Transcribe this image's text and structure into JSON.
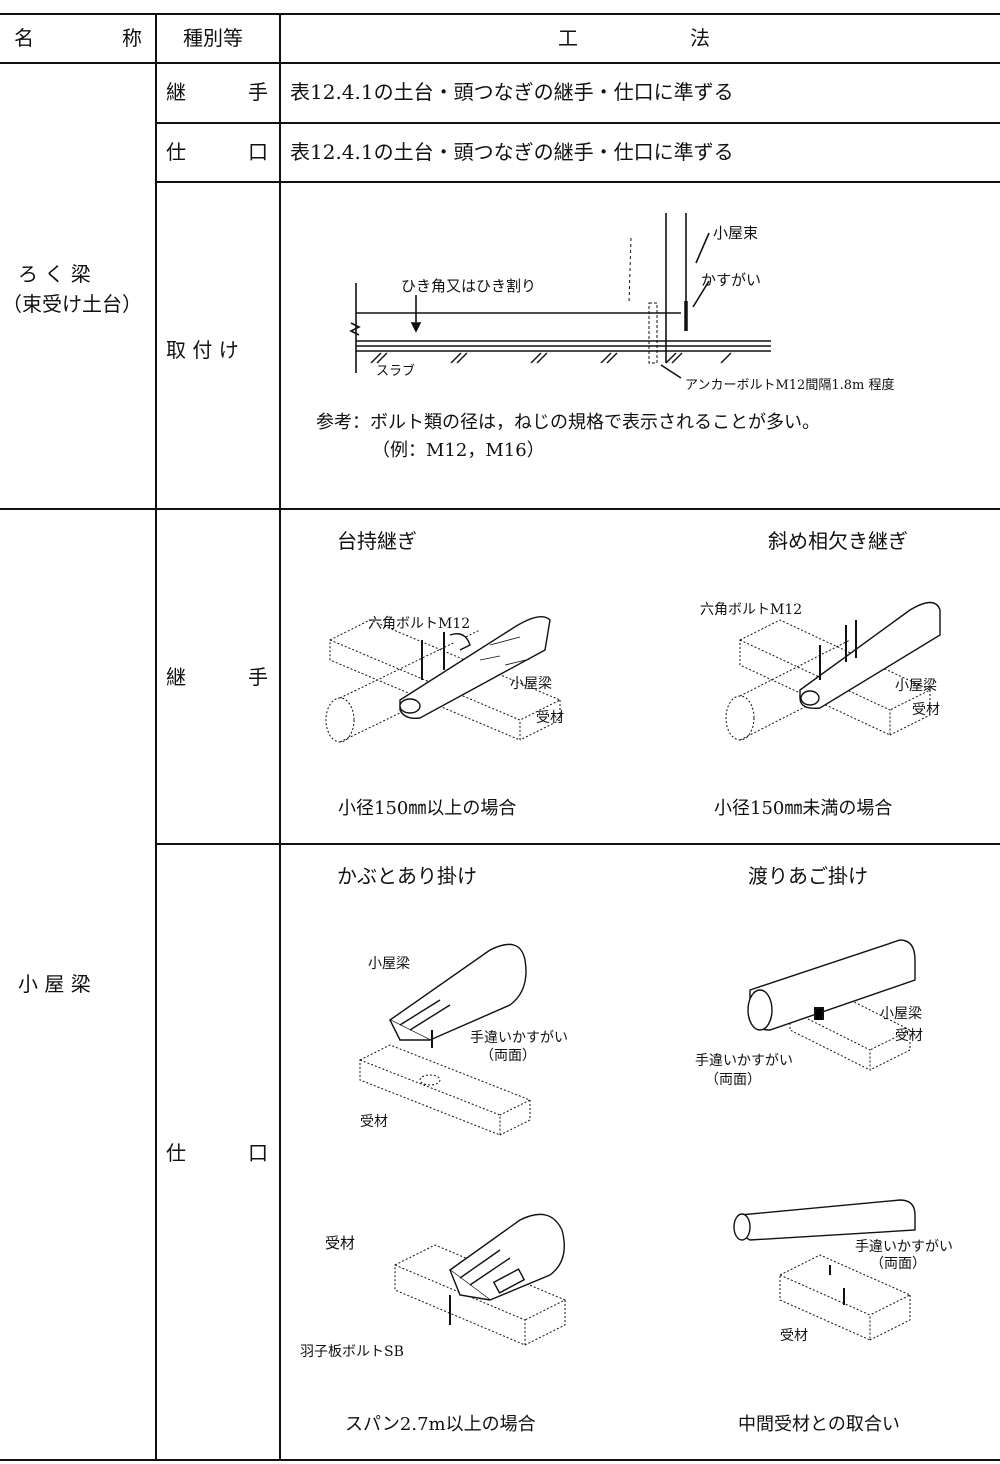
{
  "header": {
    "name_a": "名",
    "name_b": "称",
    "type": "種別等",
    "method_a": "工",
    "method_b": "法"
  },
  "section1": {
    "name_line1": "ろ く 梁",
    "name_line2": "（束受け土台）",
    "rows": [
      {
        "type_a": "継",
        "type_b": "手",
        "text": "表12.4.1の土台・頭つなぎの継手・仕口に準ずる"
      },
      {
        "type_a": "仕",
        "type_b": "口",
        "text": "表12.4.1の土台・頭つなぎの継手・仕口に準ずる"
      }
    ],
    "mount": {
      "type": "取 付 け",
      "labels": {
        "koyazuka": "小屋束",
        "kasugai": "かすがい",
        "hikikaku": "ひき角又はひき割り",
        "slab": "スラブ",
        "anchor": "アンカーボルトM12間隔1.8m 程度"
      },
      "note_line1": "参考：ボルト類の径は，ねじの規格で表示されることが多い。",
      "note_line2": "（例：M12，M16）"
    }
  },
  "section2": {
    "name": "小 屋 梁",
    "joint": {
      "type_a": "継",
      "type_b": "手",
      "left": {
        "title": "台持継ぎ",
        "label_bolt": "六角ボルトM12",
        "label_beam": "小屋梁",
        "label_support": "受材",
        "caption": "小径150㎜以上の場合"
      },
      "right": {
        "title": "斜め相欠き継ぎ",
        "label_bolt": "六角ボルトM12",
        "label_beam": "小屋梁",
        "label_support": "受材",
        "caption": "小径150㎜未満の場合"
      }
    },
    "connection": {
      "type_a": "仕",
      "type_b": "口",
      "top_left": {
        "title": "かぶとあり掛け",
        "label_beam": "小屋梁",
        "label_clamp": "手違いかすがい",
        "label_clamp2": "（両面）",
        "label_support": "受材"
      },
      "top_right": {
        "title": "渡りあご掛け",
        "label_beam": "小屋梁",
        "label_support": "受材",
        "label_clamp": "手違いかすがい",
        "label_clamp2": "（両面）"
      },
      "bottom_left": {
        "label_support": "受材",
        "label_bolt": "羽子板ボルトSB",
        "caption": "スパン2.7m以上の場合"
      },
      "bottom_right": {
        "label_clamp": "手違いかすがい",
        "label_clamp2": "（両面）",
        "label_support": "受材",
        "caption": "中間受材との取合い"
      }
    }
  }
}
